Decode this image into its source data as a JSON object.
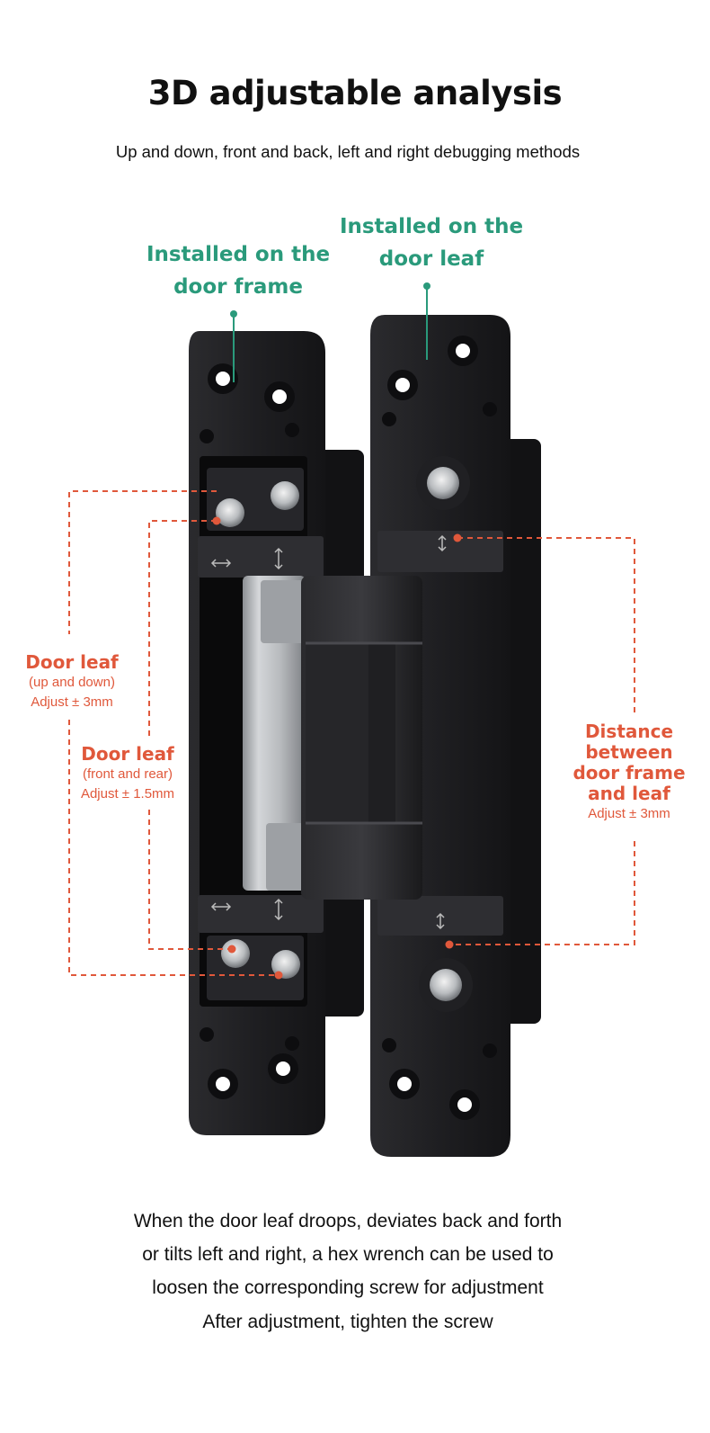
{
  "header": {
    "title": "3D adjustable analysis",
    "subtitle": "Up and down, front and back, left and right debugging methods"
  },
  "labels": {
    "frame_line1": "Installed on the",
    "frame_line2": "door frame",
    "leaf_line1": "Installed on the",
    "leaf_line2": "door leaf"
  },
  "annotations": {
    "updown": {
      "title": "Door leaf",
      "sub": "(up and down)",
      "adjust": "Adjust ± 3mm"
    },
    "frontrear": {
      "title": "Door leaf",
      "sub": "(front and rear)",
      "adjust": "Adjust ± 1.5mm"
    },
    "distance": {
      "line1": "Distance",
      "line2": "between",
      "line3": "door frame",
      "line4": "and leaf",
      "adjust": "Adjust ± 3mm"
    }
  },
  "colors": {
    "accent_green": "#2a9a7b",
    "accent_red": "#e0583b",
    "hinge_black": "#1c1c1e",
    "hinge_silver": "#b9bcc0"
  },
  "footer": {
    "line1": "When the door leaf droops, deviates back and forth",
    "line2": "or tilts left and right, a hex wrench can be used to",
    "line3": "loosen the corresponding screw for adjustment",
    "line4": "After adjustment, tighten the screw"
  }
}
